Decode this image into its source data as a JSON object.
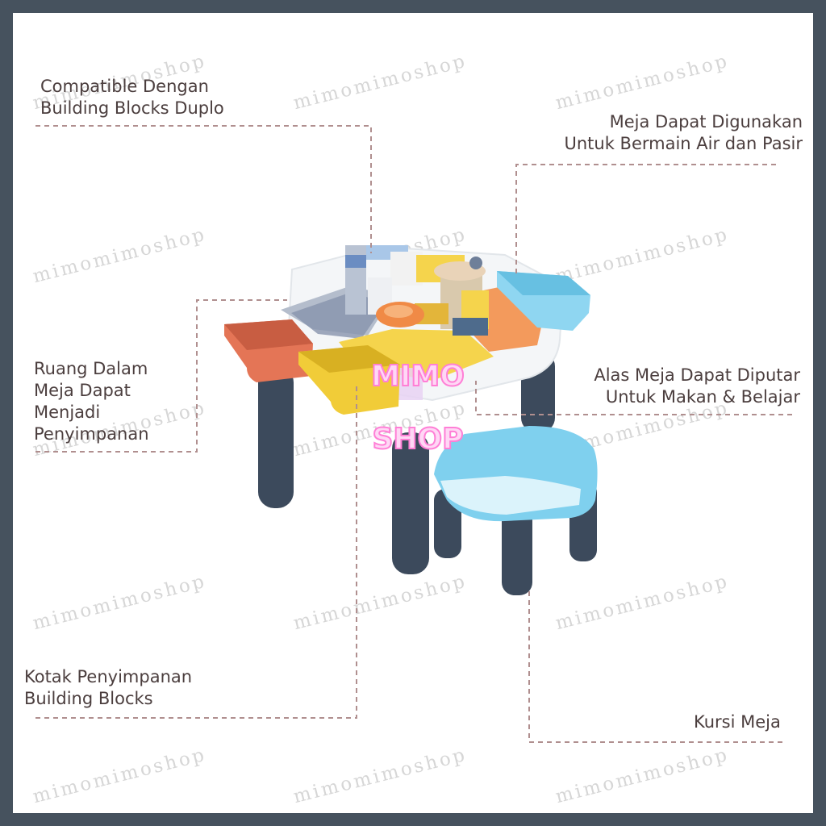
{
  "watermark": "mimomimoshop",
  "logo": {
    "line1": "MIMO",
    "line2": "SHOP"
  },
  "labels": {
    "compatible": {
      "line1": "Compatible Dengan",
      "line2": "Building Blocks Duplo"
    },
    "water_sand": {
      "line1": "Meja Dapat Digunakan",
      "line2": "Untuk Bermain Air dan Pasir"
    },
    "inner_storage": {
      "line1": "Ruang Dalam",
      "line2": "Meja Dapat",
      "line3": "Menjadi",
      "line4": "Penyimpanan"
    },
    "rotating_top": {
      "line1": "Alas Meja Dapat Diputar",
      "line2": "Untuk Makan & Belajar"
    },
    "storage_box": {
      "line1": "Kotak Penyimpanan",
      "line2": "Building Blocks"
    },
    "chair": {
      "line1": "Kursi Meja"
    }
  },
  "colors": {
    "frame_border": "#46525e",
    "leader_line": "#b08f8f",
    "leg": "#3c4a5c",
    "chair": "#7fd0ee",
    "orange_box": "#e47556",
    "yellow_box": "#f1cc38",
    "blue_box": "#8fd6f1",
    "logo_pink": "#ff7fd6"
  }
}
